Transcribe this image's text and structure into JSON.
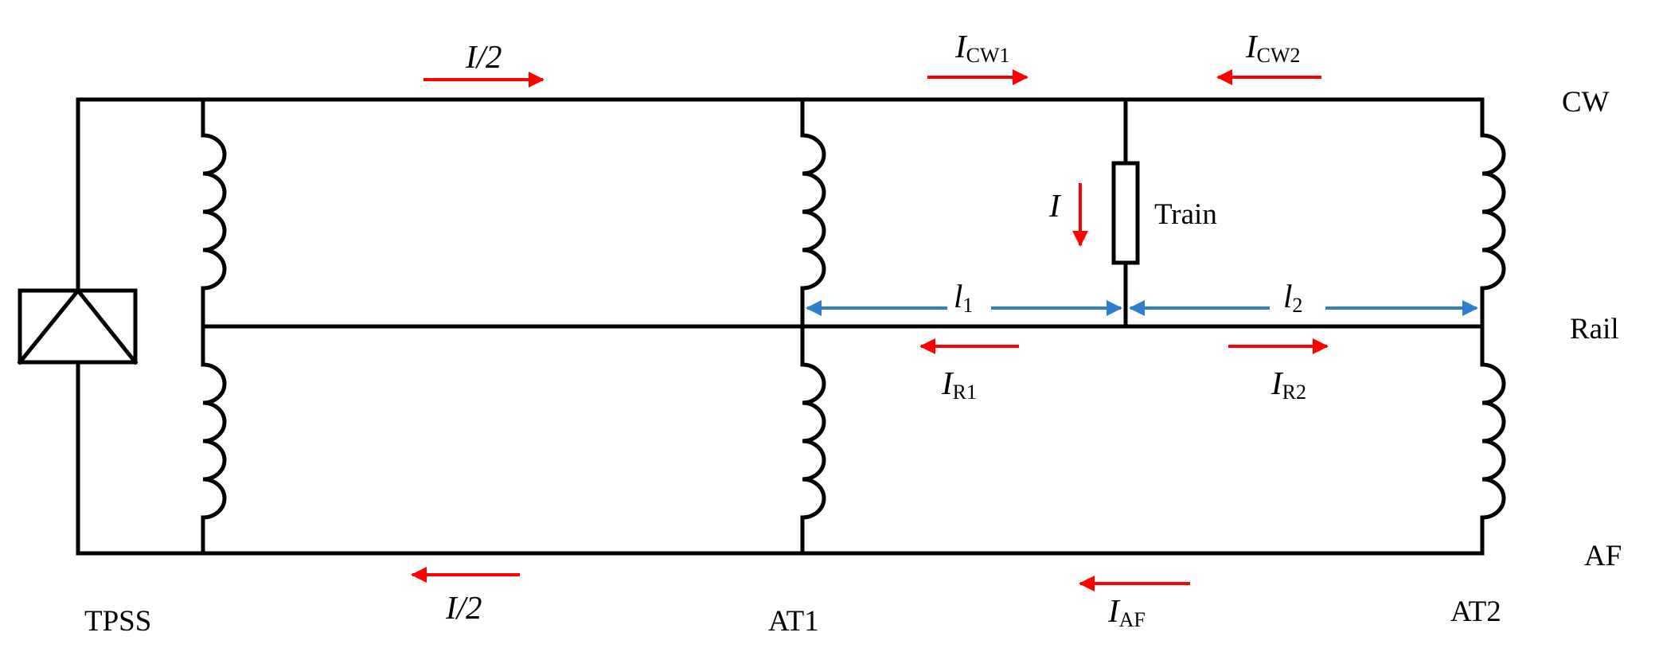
{
  "conductors": {
    "cw": "CW",
    "rail": "Rail",
    "af": "AF"
  },
  "stations": {
    "tpss": "TPSS",
    "at1": "AT1",
    "at2": "AT2"
  },
  "train": "Train",
  "currents": {
    "i_half_top": "I/2",
    "i_half_bottom": "I/2",
    "i_cw1": {
      "main": "I",
      "sub": "CW1"
    },
    "i_cw2": {
      "main": "I",
      "sub": "CW2"
    },
    "i_train": "I",
    "i_r1": {
      "main": "I",
      "sub": "R1"
    },
    "i_r2": {
      "main": "I",
      "sub": "R2"
    },
    "i_af": {
      "main": "I",
      "sub": "AF"
    }
  },
  "distances": {
    "l1": {
      "main": "l",
      "sub": "1"
    },
    "l2": {
      "main": "l",
      "sub": "2"
    }
  },
  "colors": {
    "wire": "#000000",
    "current_arrow": "#ff0000",
    "distance_arrow": "#2f7fd0"
  }
}
